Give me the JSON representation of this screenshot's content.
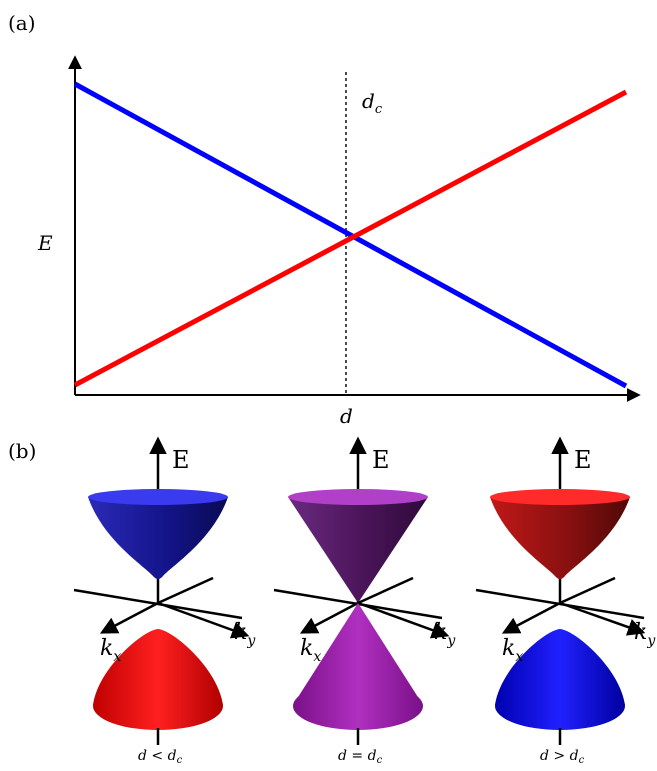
{
  "panel_a": {
    "label": "(a)",
    "y_label": "E",
    "x_label": "d",
    "critical_label": "d",
    "critical_sub": "c",
    "colors": {
      "line_down": "#0000ff",
      "line_up": "#ff0000"
    }
  },
  "panel_b": {
    "label": "(b)",
    "cones": [
      {
        "axis_label": "E",
        "kx_label": "k",
        "kx_sub": "x",
        "ky_label": "k",
        "ky_sub": "y",
        "caption_main": "d < d",
        "caption_sub": "c",
        "gapped": true,
        "upper_color": "#1414a0",
        "lower_color": "#ff1a1a"
      },
      {
        "axis_label": "E",
        "kx_label": "k",
        "kx_sub": "x",
        "ky_label": "k",
        "ky_sub": "y",
        "caption_main": "d = d",
        "caption_sub": "c",
        "gapped": false,
        "upper_color": "#5a1a6a",
        "lower_color": "#a020b0"
      },
      {
        "axis_label": "E",
        "kx_label": "k",
        "kx_sub": "x",
        "ky_label": "k",
        "ky_sub": "y",
        "caption_main": "d > d",
        "caption_sub": "c",
        "gapped": true,
        "upper_color": "#a01414",
        "lower_color": "#1a1aff"
      }
    ]
  }
}
